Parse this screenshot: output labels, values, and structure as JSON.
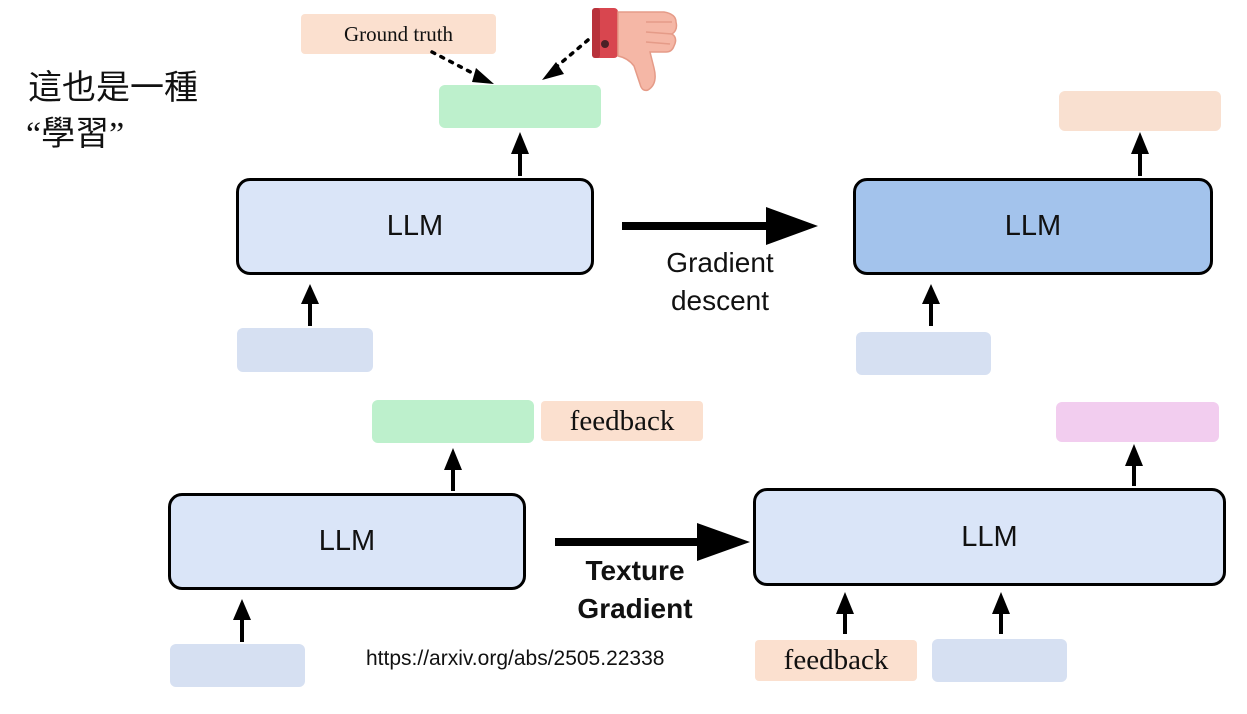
{
  "heading": {
    "line1": "這也是一種",
    "line2": "“學習”"
  },
  "top_left": {
    "ground_truth_label": "Ground truth",
    "llm_label": "LLM",
    "output_color": "#bdf0cc",
    "input_color": "#d6e0f2",
    "llm_fill": "#dae5f8"
  },
  "top_middle": {
    "line1": "Gradient",
    "line2": "descent"
  },
  "top_right": {
    "llm_label": "LLM",
    "output_color": "#f9e0d0",
    "input_color": "#d6e0f2",
    "llm_fill": "#a3c3ec"
  },
  "bottom_left": {
    "llm_label": "LLM",
    "feedback_label": "feedback",
    "output_color": "#bdf0cc",
    "feedback_color": "#fbe0cf",
    "input_color": "#d6e0f2",
    "llm_fill": "#dae5f8"
  },
  "bottom_middle": {
    "line1": "Texture",
    "line2": "Gradient"
  },
  "bottom_right": {
    "llm_label": "LLM",
    "feedback_label": "feedback",
    "output_color": "#f2cdef",
    "feedback_color": "#fbe0cf",
    "input_color": "#d6e0f2",
    "llm_fill": "#dae5f8"
  },
  "reference_url": "https://arxiv.org/abs/2505.22338",
  "icons": {
    "thumbs_down": "thumbs-down-icon"
  }
}
